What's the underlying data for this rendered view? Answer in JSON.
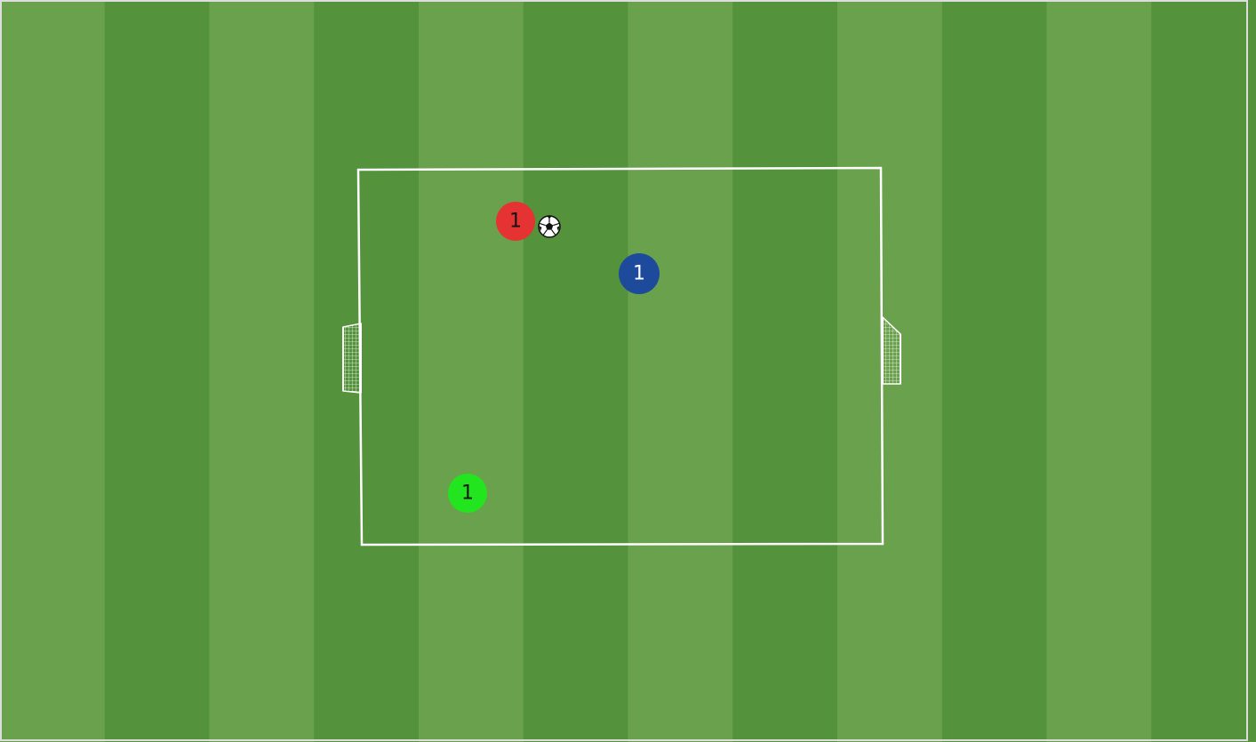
{
  "pitch": {
    "stripe_light": "#6aa14c",
    "stripe_dark": "#54933b",
    "line_color": "#ffffff"
  },
  "players": [
    {
      "team": "red",
      "number": "1",
      "fill": "#e53232",
      "text_color": "#111111"
    },
    {
      "team": "blue",
      "number": "1",
      "fill": "#1e4a9c",
      "text_color": "#ffffff"
    },
    {
      "team": "green",
      "number": "1",
      "fill": "#22e51f",
      "text_color": "#111111"
    }
  ],
  "ball": {
    "icon": "soccer-ball-icon"
  },
  "goals": [
    {
      "side": "left",
      "icon": "goal-net-icon"
    },
    {
      "side": "right",
      "icon": "goal-net-icon"
    }
  ]
}
